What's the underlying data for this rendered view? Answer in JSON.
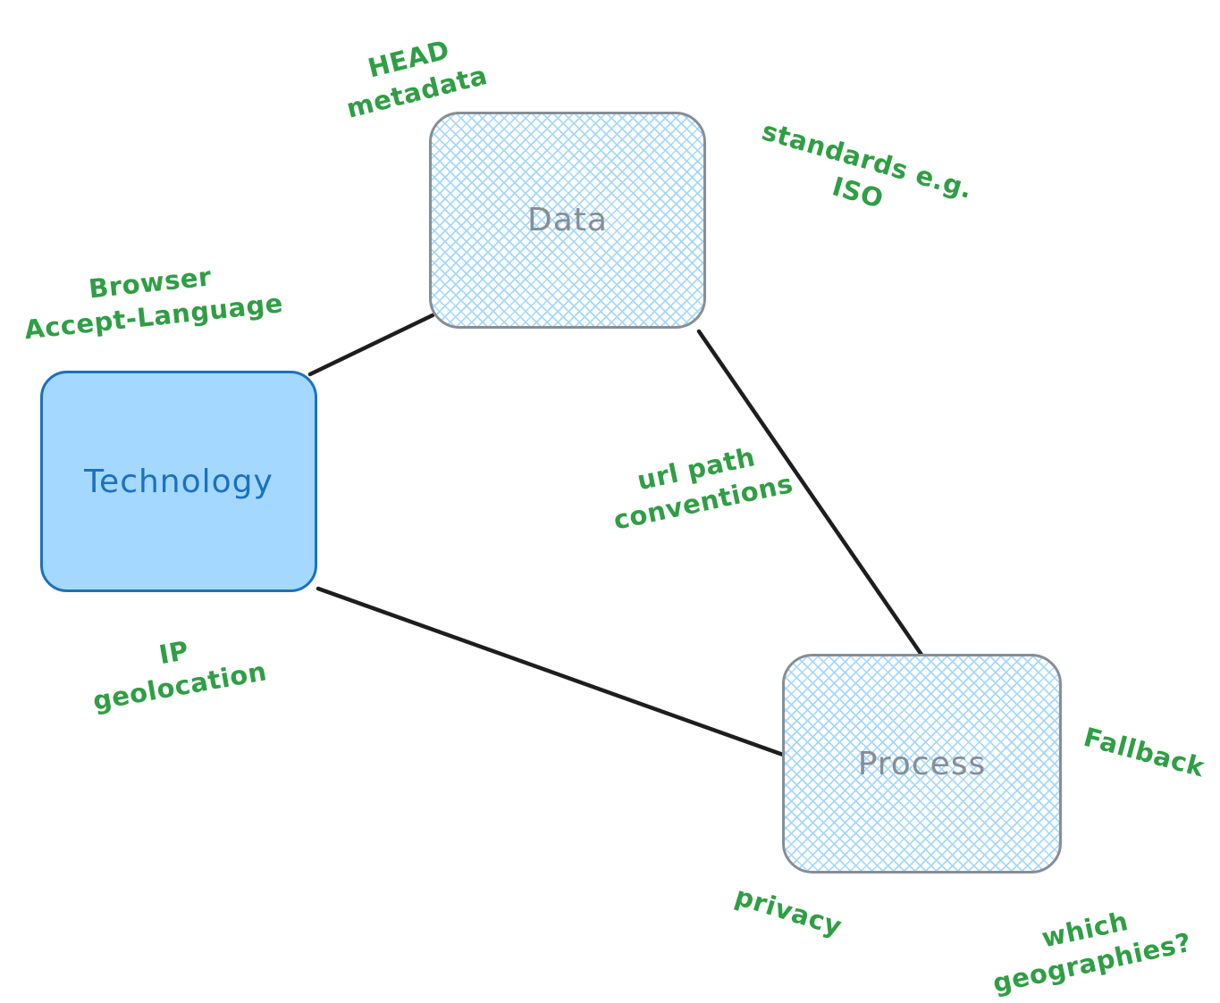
{
  "colors": {
    "annotation-green": "#2f9e44",
    "node-blue-border": "#1971c2",
    "node-blue-fill": "#a5d8ff",
    "node-gray-border": "#868e96",
    "node-gray-text": "#868e96",
    "hatch-blue": "#a5d8ff",
    "connector-black": "#1e1e1e",
    "canvas-white": "#ffffff"
  },
  "nodes": {
    "data": {
      "label": "Data",
      "fill_style": "cross-hatch"
    },
    "technology": {
      "label": "Technology",
      "fill_style": "solid"
    },
    "process": {
      "label": "Process",
      "fill_style": "cross-hatch"
    }
  },
  "edges": [
    {
      "from": "technology",
      "to": "data"
    },
    {
      "from": "data",
      "to": "process"
    },
    {
      "from": "technology",
      "to": "process"
    }
  ],
  "annotations": {
    "head_metadata": {
      "text": "HEAD\nmetadata"
    },
    "standards_iso": {
      "text": "standards e.g.\nISO"
    },
    "browser_accept_language": {
      "text": "Browser\nAccept-Language"
    },
    "url_path_conventions": {
      "text": "url path\nconventions"
    },
    "ip_geolocation": {
      "text": "IP\ngeolocation"
    },
    "fallback": {
      "text": "Fallback"
    },
    "privacy": {
      "text": "privacy"
    },
    "which_geographies": {
      "text": "which\ngeographies?"
    }
  }
}
